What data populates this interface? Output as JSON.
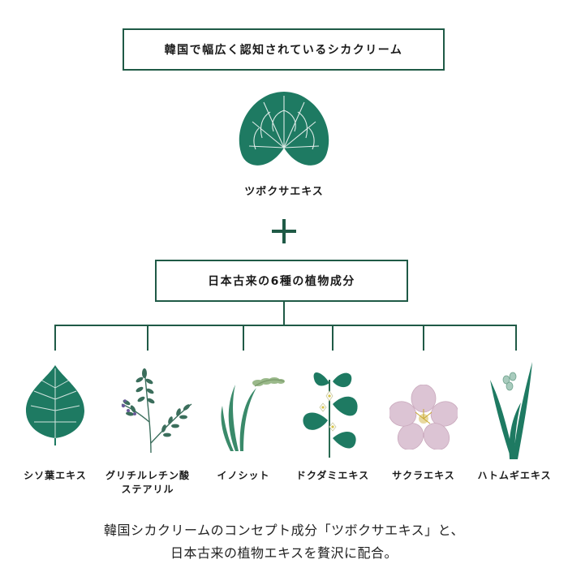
{
  "header": {
    "title": "韓国で幅広く認知されているシカクリーム"
  },
  "main_ingredient": {
    "name": "ツボクサエキス",
    "icon": "centella-leaf-icon"
  },
  "combine_symbol": "+",
  "sub_header": {
    "title": "日本古来の6種の植物成分"
  },
  "ingredients": [
    {
      "name": "シソ葉エキス",
      "icon": "shiso-leaf-icon"
    },
    {
      "name": "グリチルレチン酸\nステアリル",
      "icon": "licorice-plant-icon"
    },
    {
      "name": "イノシット",
      "icon": "rice-plant-icon"
    },
    {
      "name": "ドクダミエキス",
      "icon": "dokudami-plant-icon"
    },
    {
      "name": "サクラエキス",
      "icon": "sakura-flower-icon"
    },
    {
      "name": "ハトムギエキス",
      "icon": "job-tears-plant-icon"
    }
  ],
  "caption": {
    "line1": "韓国シカクリームのコンセプト成分「ツボクサエキス」と、",
    "line2": "日本古来の植物エキスを贅沢に配合。"
  },
  "colors": {
    "accent": "#1f5a46",
    "leaf": "#2a7a62",
    "sakura": "#dcc4d4"
  }
}
